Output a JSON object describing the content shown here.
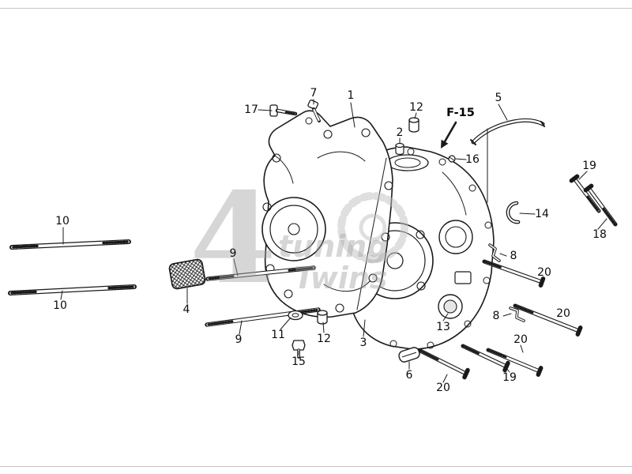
{
  "page": {
    "background_color": "#ffffff",
    "line_color": "#1a1a1a",
    "watermark_color": "#9f9f9f"
  },
  "diagram": {
    "section_ref": {
      "text": "F-15"
    },
    "watermark": {
      "numeral": "4",
      "word_top": "tuning",
      "word_bottom": "Twins"
    },
    "parts": [
      {
        "text": "17"
      },
      {
        "text": "7"
      },
      {
        "text": "1"
      },
      {
        "text": "12"
      },
      {
        "text": "2"
      },
      {
        "text": "5"
      },
      {
        "text": "16"
      },
      {
        "text": "19"
      },
      {
        "text": "18"
      },
      {
        "text": "14"
      },
      {
        "text": "10"
      },
      {
        "text": "10"
      },
      {
        "text": "9"
      },
      {
        "text": "4"
      },
      {
        "text": "9"
      },
      {
        "text": "8"
      },
      {
        "text": "20"
      },
      {
        "text": "8"
      },
      {
        "text": "20"
      },
      {
        "text": "13"
      },
      {
        "text": "11"
      },
      {
        "text": "12"
      },
      {
        "text": "15"
      },
      {
        "text": "3"
      },
      {
        "text": "6"
      },
      {
        "text": "20"
      },
      {
        "text": "20"
      },
      {
        "text": "19"
      }
    ]
  }
}
